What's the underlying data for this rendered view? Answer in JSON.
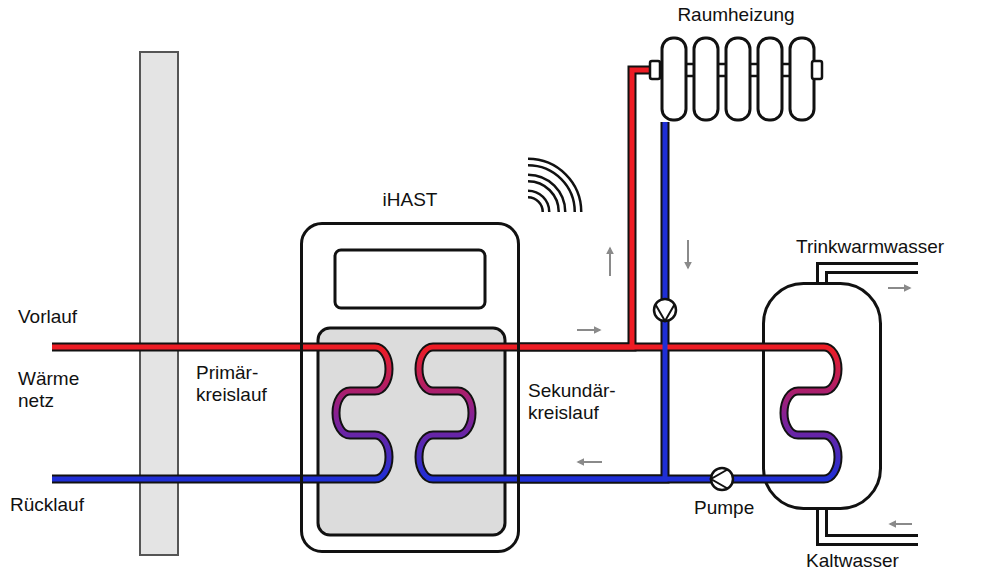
{
  "diagram": {
    "nodes": [
      {
        "text": [
          "iHAST"
        ]
      },
      {
        "text": [
          "Raumheizung"
        ]
      },
      {
        "text": [
          "Trinkwarmwasser"
        ]
      }
    ],
    "edges": [
      {
        "from": 0,
        "to": 1,
        "arrow": "none"
      },
      {
        "from": 0,
        "to": 2,
        "arrow": "none"
      },
      {
        "from": 1,
        "to": 0,
        "arrow": "none"
      },
      {
        "from": 2,
        "to": 0,
        "arrow": "none"
      }
    ],
    "labels": [
      "Vorlauf",
      "Wärme netz",
      "Rücklauf",
      "Primär- kreislauf",
      "Sekundär- kreislauf",
      "Pumpe",
      "Kaltwasser"
    ]
  }
}
